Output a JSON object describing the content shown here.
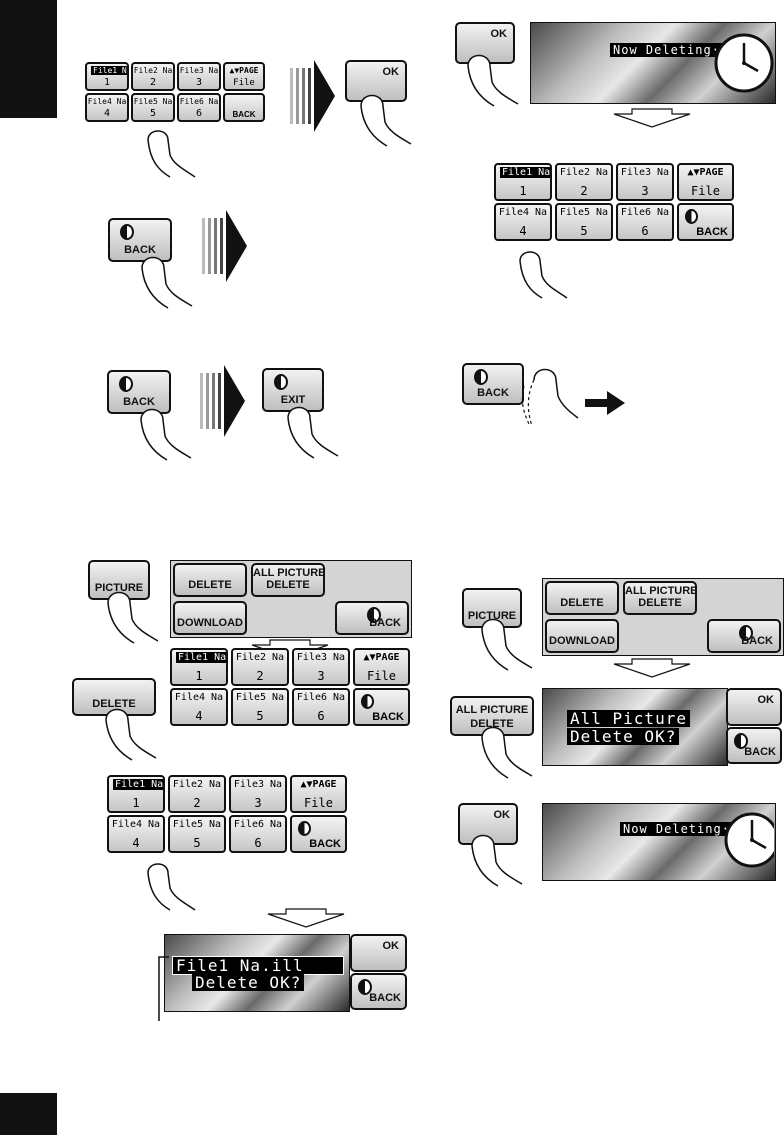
{
  "lang_tab_top": "",
  "page_number": "",
  "grid": {
    "files": [
      {
        "name": "File1 Na",
        "num": "1"
      },
      {
        "name": "File2 Na",
        "num": "2"
      },
      {
        "name": "File3 Na",
        "num": "3"
      },
      {
        "name": "File4 Na",
        "num": "4"
      },
      {
        "name": "File5 Na",
        "num": "5"
      },
      {
        "name": "File6 Na",
        "num": "6"
      }
    ],
    "page_label": "▲▼PAGE",
    "file_label": "File",
    "back_label": "BACK"
  },
  "buttons": {
    "ok": "OK",
    "back": "BACK",
    "exit": "EXIT",
    "picture": "PICTURE",
    "delete": "DELETE",
    "all_picture_delete_1": "ALL PICTURE",
    "all_picture_delete_2": "DELETE",
    "download": "DOWNLOAD"
  },
  "messages": {
    "now_deleting": "Now Deleting···",
    "file_name": "File1 Na.ill",
    "delete_ok": "Delete OK?",
    "all_picture": "All Picture",
    "all_delete_ok": "Delete OK?"
  }
}
